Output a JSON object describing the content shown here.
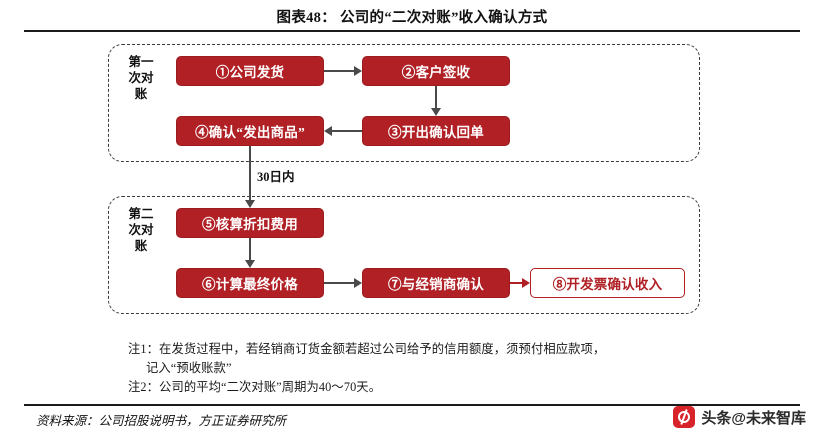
{
  "title": "图表48：  公司的“二次对账”收入确认方式",
  "groups": [
    {
      "id": "first",
      "label": "第一次对账"
    },
    {
      "id": "second",
      "label": "第二次对账"
    }
  ],
  "nodes": [
    {
      "id": "n1",
      "text": "①公司发货",
      "style": "filled"
    },
    {
      "id": "n2",
      "text": "②客户签收",
      "style": "filled"
    },
    {
      "id": "n4",
      "text": "④确认“发出商品”",
      "style": "filled"
    },
    {
      "id": "n3",
      "text": "③开出确认回单",
      "style": "filled"
    },
    {
      "id": "n5",
      "text": "⑤核算折扣费用",
      "style": "filled"
    },
    {
      "id": "n6",
      "text": "⑥计算最终价格",
      "style": "filled"
    },
    {
      "id": "n7",
      "text": "⑦与经销商确认",
      "style": "filled"
    },
    {
      "id": "n8",
      "text": "⑧开发票确认收入",
      "style": "outline"
    }
  ],
  "mid_arrow_label": "30日内",
  "notes": {
    "line1": "注1：在发货过程中，若经销商订货金额若超过公司给予的信用额度，须预付相应款项，",
    "line1b": "记入“预收账款”",
    "line2": "注2：公司的平均“二次对账”周期为40～70天。"
  },
  "source": "资料来源：公司招股说明书，方正证券研究所",
  "watermark": {
    "text": "头条@未来智库"
  },
  "colors": {
    "brand_red": "#b02025",
    "arrow_grey": "#4a4a4a",
    "rule": "#1b1b1b"
  }
}
